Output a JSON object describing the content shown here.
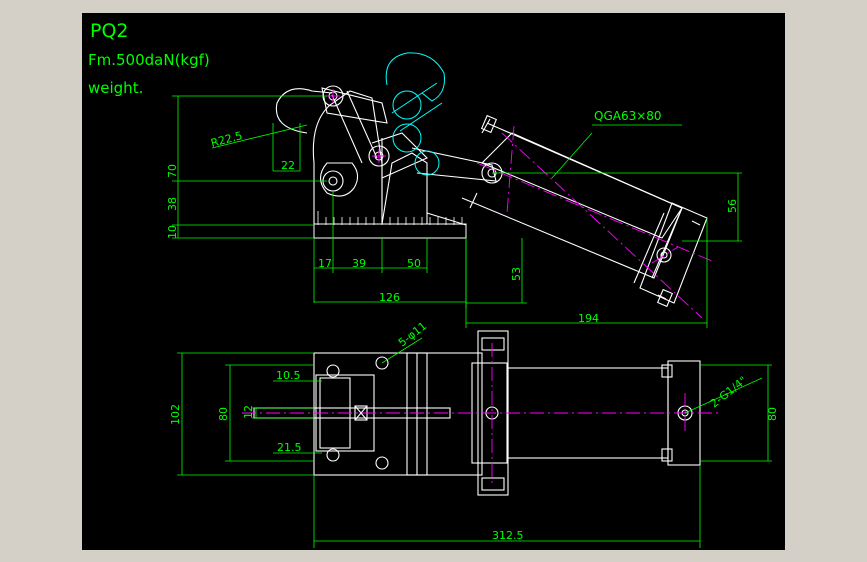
{
  "title_block": {
    "model": "PQ2",
    "force": "Fm.500daN(kgf)",
    "weight": "weight."
  },
  "side_view": {
    "radius_label": "R22.5",
    "cylinder_label": "QGA63×80",
    "dims": {
      "d22": "22",
      "d70": "70",
      "d38": "38",
      "d10": "10",
      "d17": "17",
      "d39": "39",
      "d50": "50",
      "d126": "126",
      "d53": "53",
      "d194": "194",
      "d56": "56"
    }
  },
  "top_view": {
    "hole_label": "5-φ11",
    "port_label": "2-G1/4\"",
    "dims": {
      "d10_5": "10.5",
      "d12": "12",
      "d21_5": "21.5",
      "d80_left": "80",
      "d102": "102",
      "d80_right": "80",
      "d312_5": "312.5"
    }
  },
  "colors": {
    "background": "#000000",
    "window": "#d4d0c8",
    "outline": "#ffffff",
    "dimension": "#00ff00",
    "centerline": "#ff00ff",
    "phantom": "#00ffff",
    "text": "#00ff00"
  }
}
